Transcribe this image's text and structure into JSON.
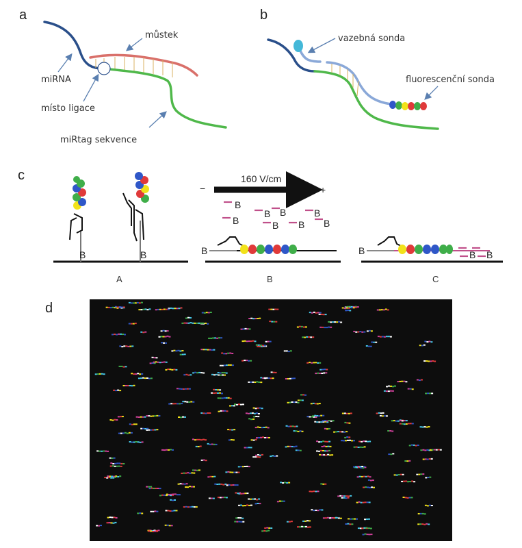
{
  "panels": {
    "a": {
      "label": "a",
      "bridge": "můstek",
      "mirna": "miRNA",
      "ligation_site": "místo ligace",
      "mirtag": "miRtag sekvence"
    },
    "b": {
      "label": "b",
      "binding_probe": "vazebná sonda",
      "fluorescent_probe": "fluorescenční sonda"
    },
    "c": {
      "label": "c",
      "voltage": "160 V/cm",
      "minus": "−",
      "plus": "+",
      "biotin": "B",
      "sub_a": "A",
      "sub_b": "B",
      "sub_c": "C"
    },
    "d": {
      "label": "d",
      "background": "#0d0d0d"
    }
  },
  "colors": {
    "mirna": "#2a4f8a",
    "bridge": "#d9706a",
    "mirtag": "#4fb84a",
    "probe": "#8aa8d8",
    "probe_head": "#44b8d8",
    "magenta": "#c0508a",
    "arrow": "#5a7fb0",
    "tag_red": "#e03a3a",
    "tag_green": "#3fae49",
    "tag_blue": "#2f57c8",
    "tag_yellow": "#f2e21a"
  }
}
